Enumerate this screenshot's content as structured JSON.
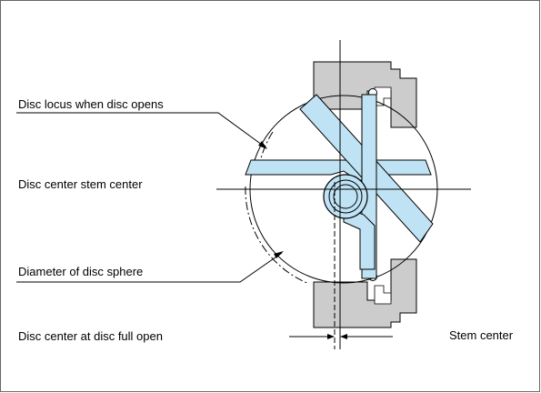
{
  "labels": {
    "disc_locus": "Disc locus when disc opens",
    "disc_center_stem_center": "Disc center stem center",
    "diameter_disc_sphere": "Diameter of disc sphere",
    "disc_center_full_open": "Disc center at disc full open",
    "stem_center": "Stem center"
  },
  "colors": {
    "disc_fill": "#bfe3f5",
    "body_fill": "#cccccc",
    "line": "#000000",
    "frame": "#666666"
  }
}
